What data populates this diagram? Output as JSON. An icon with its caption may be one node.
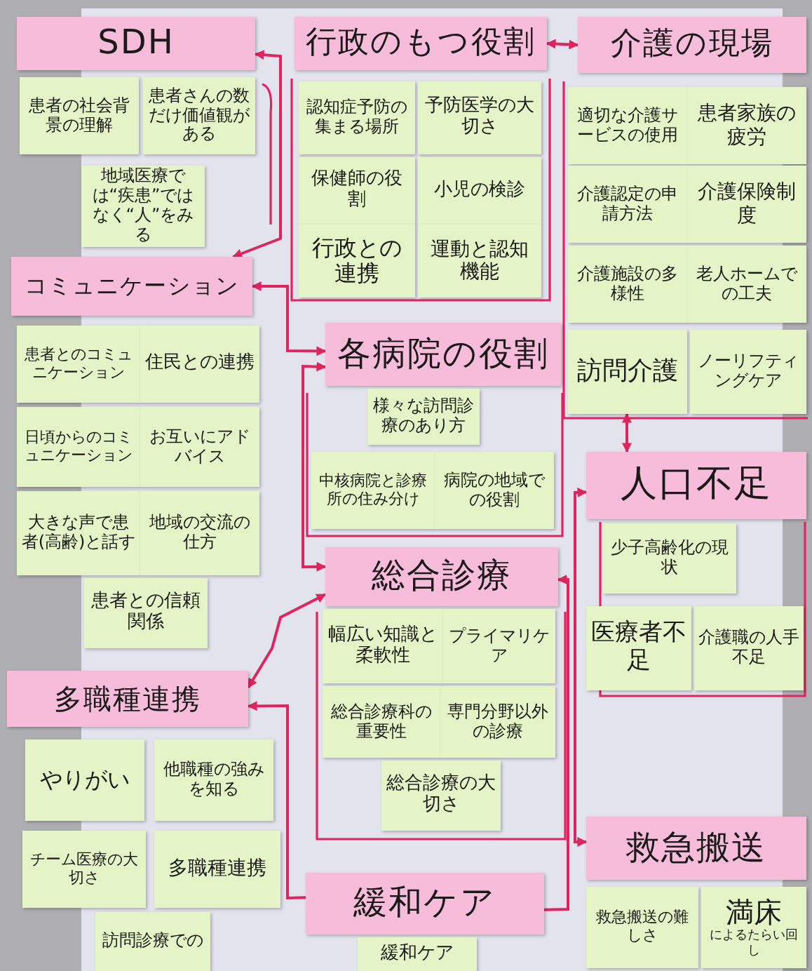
{
  "diagram": {
    "nodes": [
      {
        "text": [
          "SDH"
        ]
      },
      {
        "text": [
          "患者の社会背景の理解"
        ]
      },
      {
        "text": [
          "患者さんの数だけ価値観がある"
        ]
      },
      {
        "text": [
          "地域医療では“疾患”ではなく“人”をみる"
        ]
      },
      {
        "text": [
          "行政のもつ役割"
        ]
      },
      {
        "text": [
          "認知症予防の集まる場所"
        ]
      },
      {
        "text": [
          "予防医学の大切さ"
        ]
      },
      {
        "text": [
          "保健師の役割"
        ]
      },
      {
        "text": [
          "行政との連携"
        ]
      },
      {
        "text": [
          "小児の検診"
        ]
      },
      {
        "text": [
          "運動と認知機能"
        ]
      },
      {
        "text": [
          "介護の現場"
        ]
      },
      {
        "text": [
          "適切な介護サービスの使用"
        ]
      },
      {
        "text": [
          "患者家族の疲労"
        ]
      },
      {
        "text": [
          "介護認定の申請方法"
        ]
      },
      {
        "text": [
          "介護保険制度"
        ]
      },
      {
        "text": [
          "介護施設の多様性"
        ]
      },
      {
        "text": [
          "老人ホームでの工夫"
        ]
      },
      {
        "text": [
          "訪問介護"
        ]
      },
      {
        "text": [
          "ノーリフティングケア"
        ]
      },
      {
        "text": [
          "コミュニケーション"
        ]
      },
      {
        "text": [
          "患者とのコミュニケーション"
        ]
      },
      {
        "text": [
          "住民との連携"
        ]
      },
      {
        "text": [
          "日頃からのコミュニケーション"
        ]
      },
      {
        "text": [
          "お互いにアドバイス"
        ]
      },
      {
        "text": [
          "大きな声で患者(高齢)と話す"
        ]
      },
      {
        "text": [
          "地域の交流の仕方"
        ]
      },
      {
        "text": [
          "患者との信頼関係"
        ]
      },
      {
        "text": [
          "各病院の役割"
        ]
      },
      {
        "text": [
          "様々な訪問診療のあり方"
        ]
      },
      {
        "text": [
          "中核病院と診療所の住み分け"
        ]
      },
      {
        "text": [
          "病院の地域での役割"
        ]
      },
      {
        "text": [
          "人口不足"
        ]
      },
      {
        "text": [
          "少子高齢化の現状"
        ]
      },
      {
        "text": [
          "医療者不足"
        ]
      },
      {
        "text": [
          "介護職の人手不足"
        ]
      },
      {
        "text": [
          "総合診療"
        ]
      },
      {
        "text": [
          "幅広い知識と柔軟性"
        ]
      },
      {
        "text": [
          "プライマリケア"
        ]
      },
      {
        "text": [
          "総合診療科の重要性"
        ]
      },
      {
        "text": [
          "専門分野以外の診療"
        ]
      },
      {
        "text": [
          "総合診療の大切さ"
        ]
      },
      {
        "text": [
          "多職種連携"
        ]
      },
      {
        "text": [
          "やりがい"
        ]
      },
      {
        "text": [
          "他職種の強みを知る"
        ]
      },
      {
        "text": [
          "チーム医療の大切さ"
        ]
      },
      {
        "text": [
          "多職種連携"
        ]
      },
      {
        "text": [
          "訪問診療での"
        ]
      },
      {
        "text": [
          "緩和ケア"
        ]
      },
      {
        "text": [
          "緩和ケア"
        ]
      },
      {
        "text": [
          "救急搬送"
        ]
      },
      {
        "text": [
          "救急搬送の難しさ"
        ]
      },
      {
        "text": [
          "満床",
          "によるたらい回し"
        ]
      }
    ],
    "edges": [
      {
        "from": 4,
        "to": 11,
        "arrow": "both"
      },
      {
        "from": 0,
        "to": 20,
        "arrow": "both"
      },
      {
        "from": 20,
        "to": 28,
        "arrow": "both"
      },
      {
        "from": 28,
        "to": 36,
        "arrow": "both"
      },
      {
        "from": 18,
        "to": 32,
        "arrow": "both"
      },
      {
        "from": 32,
        "to": 50,
        "arrow": "both"
      },
      {
        "from": 36,
        "to": 42,
        "arrow": "both"
      },
      {
        "from": 48,
        "to": 42,
        "arrow": "to"
      },
      {
        "from": 48,
        "to": 36,
        "arrow": "to"
      }
    ]
  }
}
